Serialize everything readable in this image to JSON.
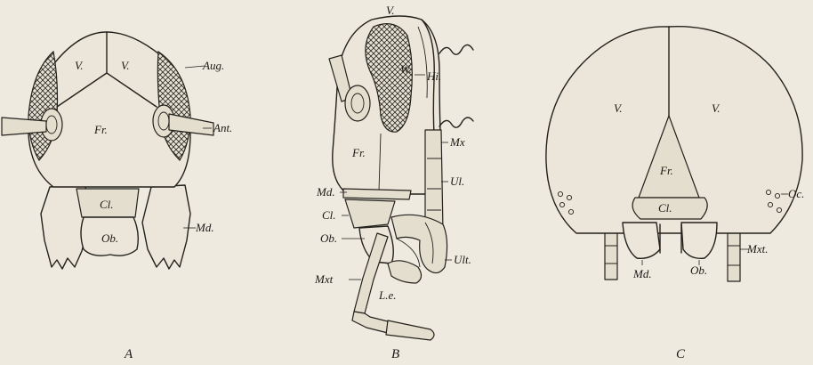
{
  "figures": [
    {
      "caption": "A",
      "labels": {
        "vertex_left": "V.",
        "vertex_right": "V.",
        "eye": "Aug.",
        "antenna": "Ant.",
        "frons": "Fr.",
        "clypeus": "Cl.",
        "mandible": "Md.",
        "labrum": "Ob."
      }
    },
    {
      "caption": "B",
      "labels": {
        "vertex": "V.",
        "eye": "W.",
        "occiput": "Hi.",
        "frons": "Fr.",
        "maxilla": "Mx",
        "mandible": "Md.",
        "labium": "Ul.",
        "clypeus": "Cl.",
        "labrum": "Ob.",
        "labial_palp": "Ult.",
        "maxillary_palp": "Mxt",
        "lacinia": "L.e."
      }
    },
    {
      "caption": "C",
      "labels": {
        "vertex_left": "V.",
        "vertex_right": "V.",
        "frons": "Fr.",
        "clypeus": "Cl.",
        "ocelli": "Oc.",
        "maxillary_palp": "Mxt.",
        "mandible": "Md.",
        "labrum": "Ob."
      }
    }
  ]
}
